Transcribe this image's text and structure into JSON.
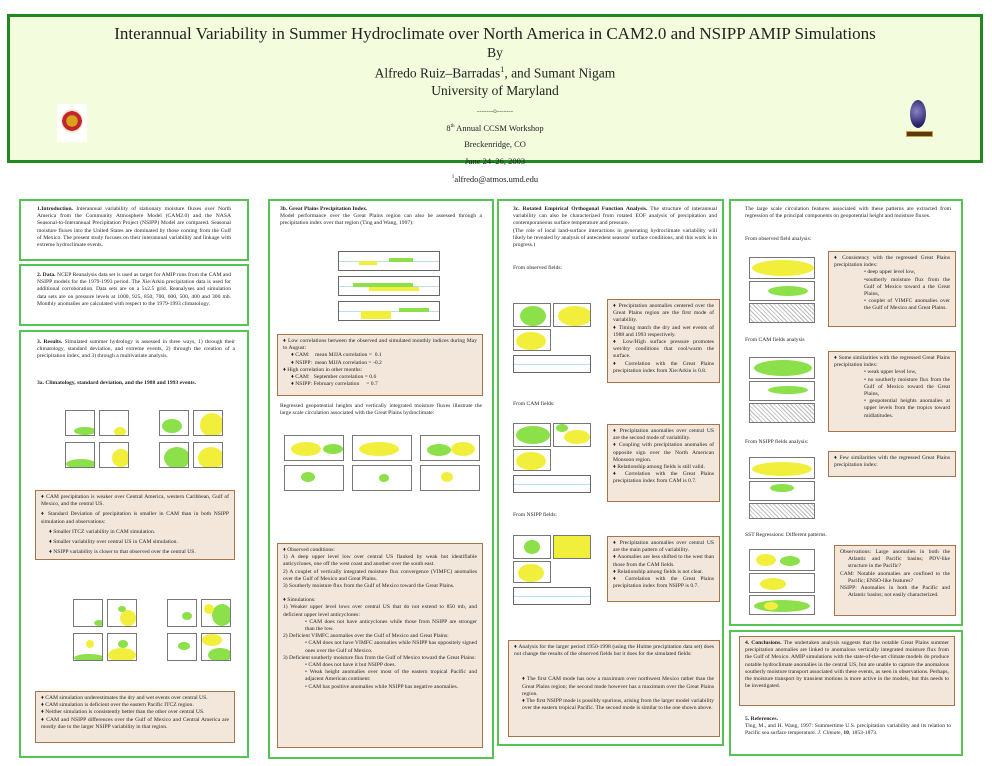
{
  "header": {
    "title": "Interannual Variability in Summer Hydroclimate over North America in CAM2.0 and NSIPP AMIP Simulations",
    "by": "By",
    "authors": "Alfredo Ruiz–Barradas",
    "author_sup": "1",
    "authors_rest": ", and Sumant Nigam",
    "affiliation": "University of Maryland",
    "separator": "-------o-------",
    "workshop_num": "8",
    "workshop_sup": "th",
    "workshop": " Annual CCSM Workshop",
    "location": "Breckenridge, CO",
    "dates": "June 24–26, 2003",
    "email_sup": "1",
    "email": "alfredo@atmos.umd.edu",
    "logo_left": "University of Maryland seal",
    "logo_right": "CCSM logo"
  },
  "col1": {
    "intro_head": "1.Introduction.",
    "intro": " Interannual variability of stationary moisture fluxes over North America from the Community Atmosphere Model (CAM2.0) and the NASA Seasonal-to-Interannual Precipitation Project (NSIPP) Model are compared. Seasonal moisture fluxes into the United States are dominated by those coming from the Gulf of Mexico. The present study focuses on their interannual variability and linkage with extreme hydroclimate events.",
    "data_head": "2. Data.",
    "data": " NCEP Reanalysis data set is used as target for AMIP runs from the CAM and NSIPP models for the 1979-1993 period. The Xie/Arkin precipitation data is used for additional corroboration. Data sets are on a 5x2.5 grid. Reanalyses and simulation data sets are on pressure levels at 1000, 925, 850, 700, 600, 500, 400 and 300 mb. Monthly anomalies are calculated with respect to the 1979-1993 climatology.",
    "results_head": "3. Results.",
    "results": " Simulated summer hydrology is assessed in three ways, 1) through their climatology, standard deviation, and extreme events, 2) through the creation of a precipitation index, and 3) through a multivariate analysis.",
    "sub3a": "3a. Climatology, standard deviation, and the 1988 and 1993 events.",
    "box1": [
      "♦ CAM precipitation is weaker over Central America, western Caribbean, Gulf of Mexico, and the central US.",
      "♦ Standard Deviation of precipitation is smaller in CAM than in both NSIPP simulation and observations:",
      "♦ Smaller ITCZ variability in CAM simulation.",
      "♦ Smaller variability over central US in CAM simulation.",
      "♦ NSIPP variability is closer to that observed over the central US."
    ],
    "box2": [
      "♦ CAM simulation underestimates the dry and wet events over central US.",
      "♦ CAM simulation is deficient over the eastern Pacific ITCZ region.",
      "♦ Neither simulation is consistently better than the other over central US.",
      "♦ CAM and NSIPP differences over the Gulf of Mexico and Central America are mostly due to the larger NSIPP variability in that region."
    ]
  },
  "col2": {
    "head": "3b. Great Plains Precipitation Index.",
    "intro": "Model performance over the Great Plains region can also be assessed through a precipitation index over that region (Ting and Wang, 1997):",
    "box1": [
      "♦ Low correlations between the observed and simulated monthly indices during May to August:",
      "♦ CAM:    mean MJJA correlation =  0.1",
      "♦ NSIPP:  mean MJJA correlation = -0.2",
      "♦ High correlation in other months:",
      "♦ CAM:   September correlation = 0.6",
      "♦ NSIPP: February correlation     = 0.7"
    ],
    "regressed": "Regressed geopotential heights and vertically integrated moisture fluxes illustrate the large scale circulation associated with the Great Plains hydroclimate:",
    "box2": {
      "obs_head": "♦ Observed conditions:",
      "obs": [
        "1)  A deep upper level low over central US flanked by weak but identifiable anticyclones, one off the west coast and another over the south east.",
        "2)  A couplet of vertically integrated moisture flux convergence (VIMFC) anomalies over the Gulf of Mexico and Great Plains.",
        "3)  Southerly moisture flux from the Gulf of Mexico toward the Great Plains."
      ],
      "sim_head": "♦ Simulations:",
      "sim": [
        "1)  Weaker upper level lows over central US that do not extend to 850 mb, and deficient upper level anticyclones:",
        "•   CAM does not have anticyclones while those from NSIPP are stronger than the low.",
        "2)  Deficient VIMFC anomalies over the Gulf of Mexico and Great Plains:",
        "•   CAM does not have VIMFC anomalies while NSIPP has oppositely signed ones over the Gulf of Mexico.",
        "3)  Deficient southerly moisture flux from the Gulf of Mexico toward the Great Plains:",
        "•   CAM does not have it but NSIPP does.",
        "•   Weak height anomalies over most of the eastern tropical Pacific and adjacent American continent:",
        "•   CAM has positive anomalies while NSIPP has negative anomalies."
      ]
    }
  },
  "col3": {
    "head": "3c. Rotated Empirical Orthogonal Function Analysis.",
    "intro": " The structure of interannual variability can also be characterized from rotated EOF analysis of precipitation and contemporaneous surface temperature and pressure.",
    "intro2": "(The role of local land-surface interactions in generating hydroclimate variability will likely be revealed by analysis of antecedent seasons' surface conditions, and this work is in progress.)",
    "obs_label": "From observed fields:",
    "cam_label": "From CAM fields:",
    "nsipp_label": "From NSIPP fields:",
    "box_obs": [
      "♦ Precipitation anomalies centered over the Great Plains region are the first mode of variability.",
      "♦ Timing match the dry and wet events of 1988 and 1993 respectively.",
      "♦ Low/High surface pressure promotes wet/dry conditions that cool/warm the surface.",
      "♦ Correlation with the Great Plains precipitation index from Xie/Arkin is 0.8."
    ],
    "box_cam": [
      "♦ Precipitation anomalies over central US are the second mode of variability.",
      "♦ Coupling with precipitation anomalies of opposite sign over the North American Monsoon region.",
      "♦ Relationship among fields is still valid.",
      "♦ Correlation with the Great Plains precipitation index from CAM is 0.7."
    ],
    "box_nsipp": [
      "♦ Precipitation anomalies over central US are the main pattern of variability.",
      "♦ Anomalies are less shifted to the west than those from the CAM fields.",
      "♦ Relationship among fields is not clear.",
      "♦ Correlation with the Great Plains precipitation index from NSIPP is 0.7."
    ],
    "box_long": [
      "♦ Analysis for the larger period 1950-1998 (using the Hulme precipitation data set) does not change the results of the observed fields but it does for the simulated fields:",
      "♦ The first CAM mode has now a maximum over northwest Mexico rather than the Great Plains region; the second mode however has a maximum over the Great Plains region.",
      "♦ The first NSIPP mode is possibly spurious, arising from the larger model variability over the eastern tropical Pacific. The second mode is similar to the one shown above."
    ]
  },
  "col4": {
    "intro": "The large scale circulation features associated with these patterns are extracted from regression of the principal components on geopotential height and moisture fluxes.",
    "obs_label": "From observed field analysis:",
    "cam_label": "From CAM fields analysis",
    "nsipp_label": "From NSIPP fields analysis:",
    "sst_label": "SST Regressions: Different patterns.",
    "box_obs": [
      "♦ Consistency with the regressed Great Plains precipitation index:",
      "• deep upper level low,",
      "•southerly moisture flux from the Gulf of Mexico toward a the Great Plains,",
      "• couplet of VIMFC anomalies over the Gulf of Mexico and Great Plains."
    ],
    "box_cam": [
      "♦ Some similarities with the regressed Great Plains precipitation index:",
      "• weak upper level low,",
      "• no southerly moisture flux from the Gulf of Mexico toward the Great Plains,",
      "• geopotential heights anomalies at upper levels from the tropics toward midlatitudes."
    ],
    "box_nsipp": [
      "♦ Few similarities with the regressed Great Plains precipitation index:"
    ],
    "box_sst": [
      "Observations: Large anomalies in both the Atlantic and Pacific basins; PDV-like structure in the Pacific?",
      "CAM: Notable anomalies are confined to the Pacific; ENSO-like features?",
      "NSIPP: Anomalies in both the Pacific and Atlantic basins; not easily characterized."
    ],
    "concl_head": "4. Conclusions.",
    "concl": "  The undertaken analysis suggests that the notable Great Plains summer precipitation anomalies are linked to anomalous vertically integrated moisture flux from the Gulf of Mexico. AMIP simulations with the state-of-the-art climate models do produce notable hydroclimate anomalies in the central US, but are unable to capture the anomalous southerly moisture transport associated with these events, as seen in observations. Perhaps, the moisture transport by transient motions is more active in the models, but this needs to be investigated.",
    "ref_head": "5. References.",
    "ref_pre": "Ting, M., and H. Wang, 1997: Summertime U.S. precipitation variability and its relation to Pacific sea surface temperature. ",
    "ref_journal": "J. Climate",
    "ref_sep": ", ",
    "ref_vol": "10",
    "ref_post": ", 1853-1873."
  }
}
